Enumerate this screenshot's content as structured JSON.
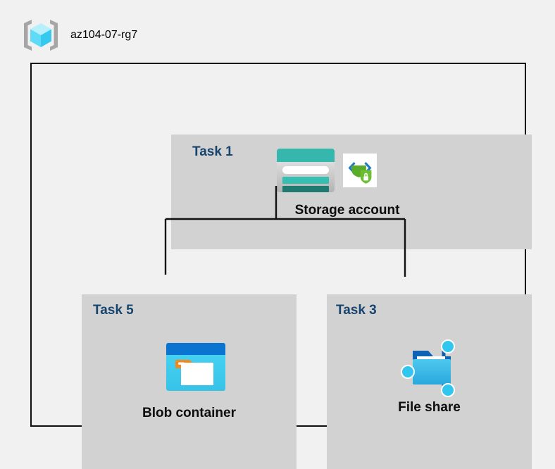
{
  "header": {
    "icon": "resource-group-cube-icon",
    "title": "az104-07-rg7"
  },
  "diagram": {
    "boundary_label": "resource-group-boundary",
    "background_color": "#f1f1f1",
    "box_color": "#d2d2d2",
    "border_color": "#0f0f0f",
    "task_label_color": "#17456e",
    "node_label_color": "#0d0d0d",
    "nodes": [
      {
        "id": "storage-account",
        "task_label": "Task 1",
        "label": "Storage account",
        "icons": [
          "storage-account-icon",
          "secure-code-shield-icon"
        ]
      },
      {
        "id": "blob-container",
        "task_label": "Task 5",
        "label": "Blob container",
        "icons": [
          "blob-container-icon"
        ]
      },
      {
        "id": "file-share",
        "task_label": "Task 3",
        "label": "File share",
        "icons": [
          "file-share-icon"
        ]
      }
    ],
    "connections": [
      {
        "from": "storage-account",
        "to": "blob-container"
      },
      {
        "from": "storage-account",
        "to": "file-share"
      }
    ]
  }
}
